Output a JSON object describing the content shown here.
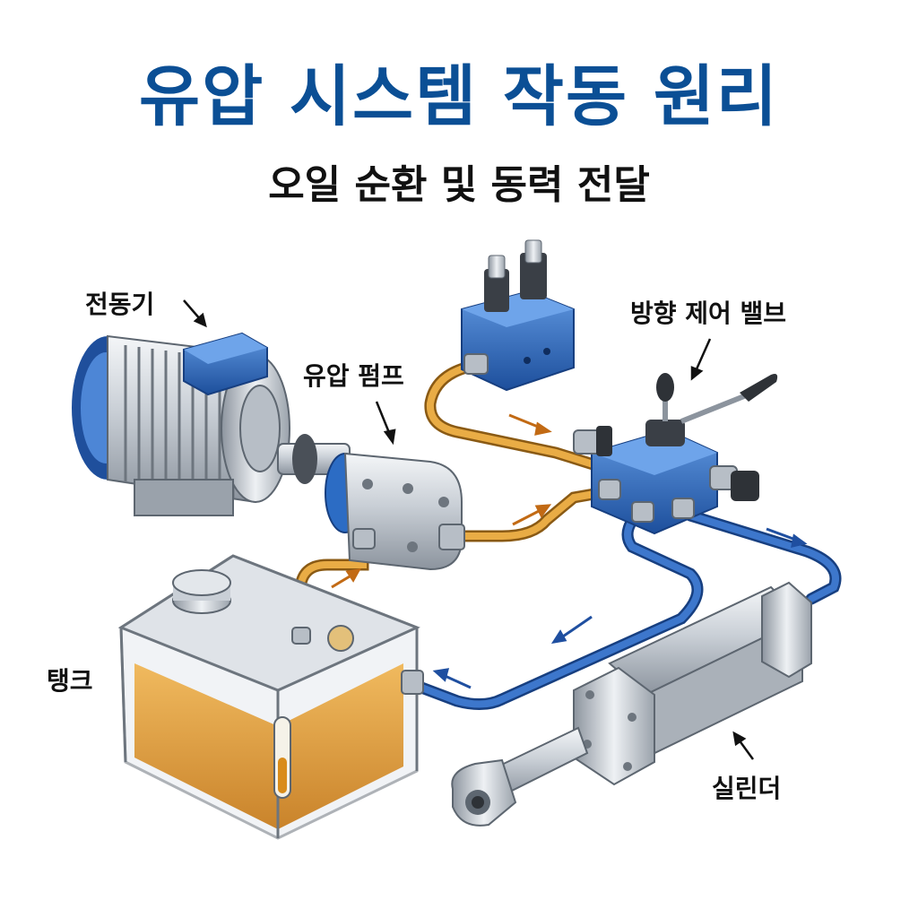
{
  "header": {
    "title": "유압 시스템 작동 원리",
    "subtitle": "오일 순환 및 동력 전달"
  },
  "labels": {
    "motor": "전동기",
    "pump": "유압 펌프",
    "valve": "방향 제어 밸브",
    "tank": "탱크",
    "cylinder": "실린더"
  },
  "colors": {
    "title": "#0b4f95",
    "subtitle": "#111111",
    "pressure_line": "#e0a23a",
    "return_line": "#2f63b5",
    "component_blue": "#2c6cc4",
    "oil": "#d98c1a"
  }
}
